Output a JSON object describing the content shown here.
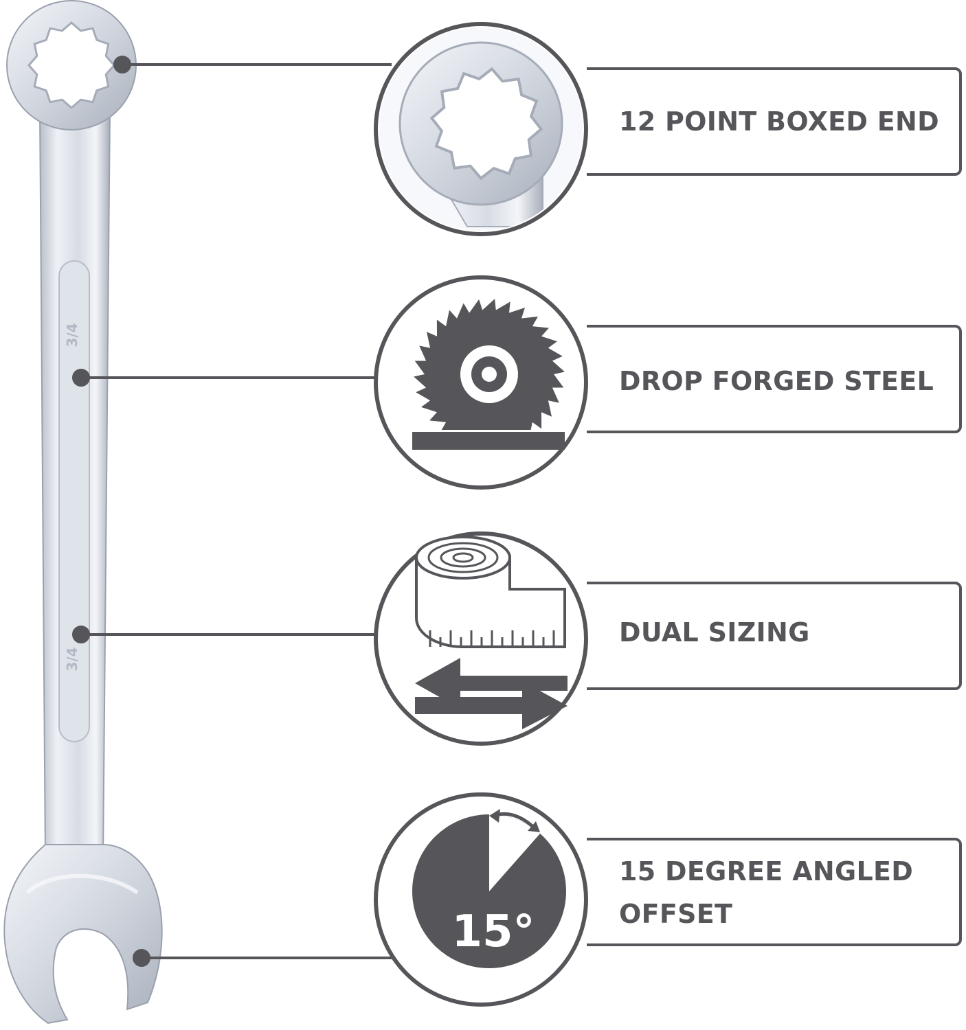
{
  "features": [
    {
      "icon": "boxed-end-closeup-icon",
      "lines": [
        "12 POINT BOXED END"
      ]
    },
    {
      "icon": "saw-blade-icon",
      "lines": [
        "DROP FORGED STEEL"
      ]
    },
    {
      "icon": "measuring-tape-arrows-icon",
      "lines": [
        "DUAL SIZING"
      ]
    },
    {
      "icon": "angle-offset-icon",
      "lines": [
        "15 DEGREE ANGLED",
        "OFFSET"
      ]
    }
  ],
  "wrench": {
    "size_marking_top": "3/4",
    "size_marking_bottom": "3/4"
  },
  "angle_icon_text": "15°",
  "colors": {
    "dark_gray": "#56565a",
    "steel_light": "#eceff4",
    "steel_mid": "#c9ced8",
    "steel_dark": "#9aa1ad"
  }
}
